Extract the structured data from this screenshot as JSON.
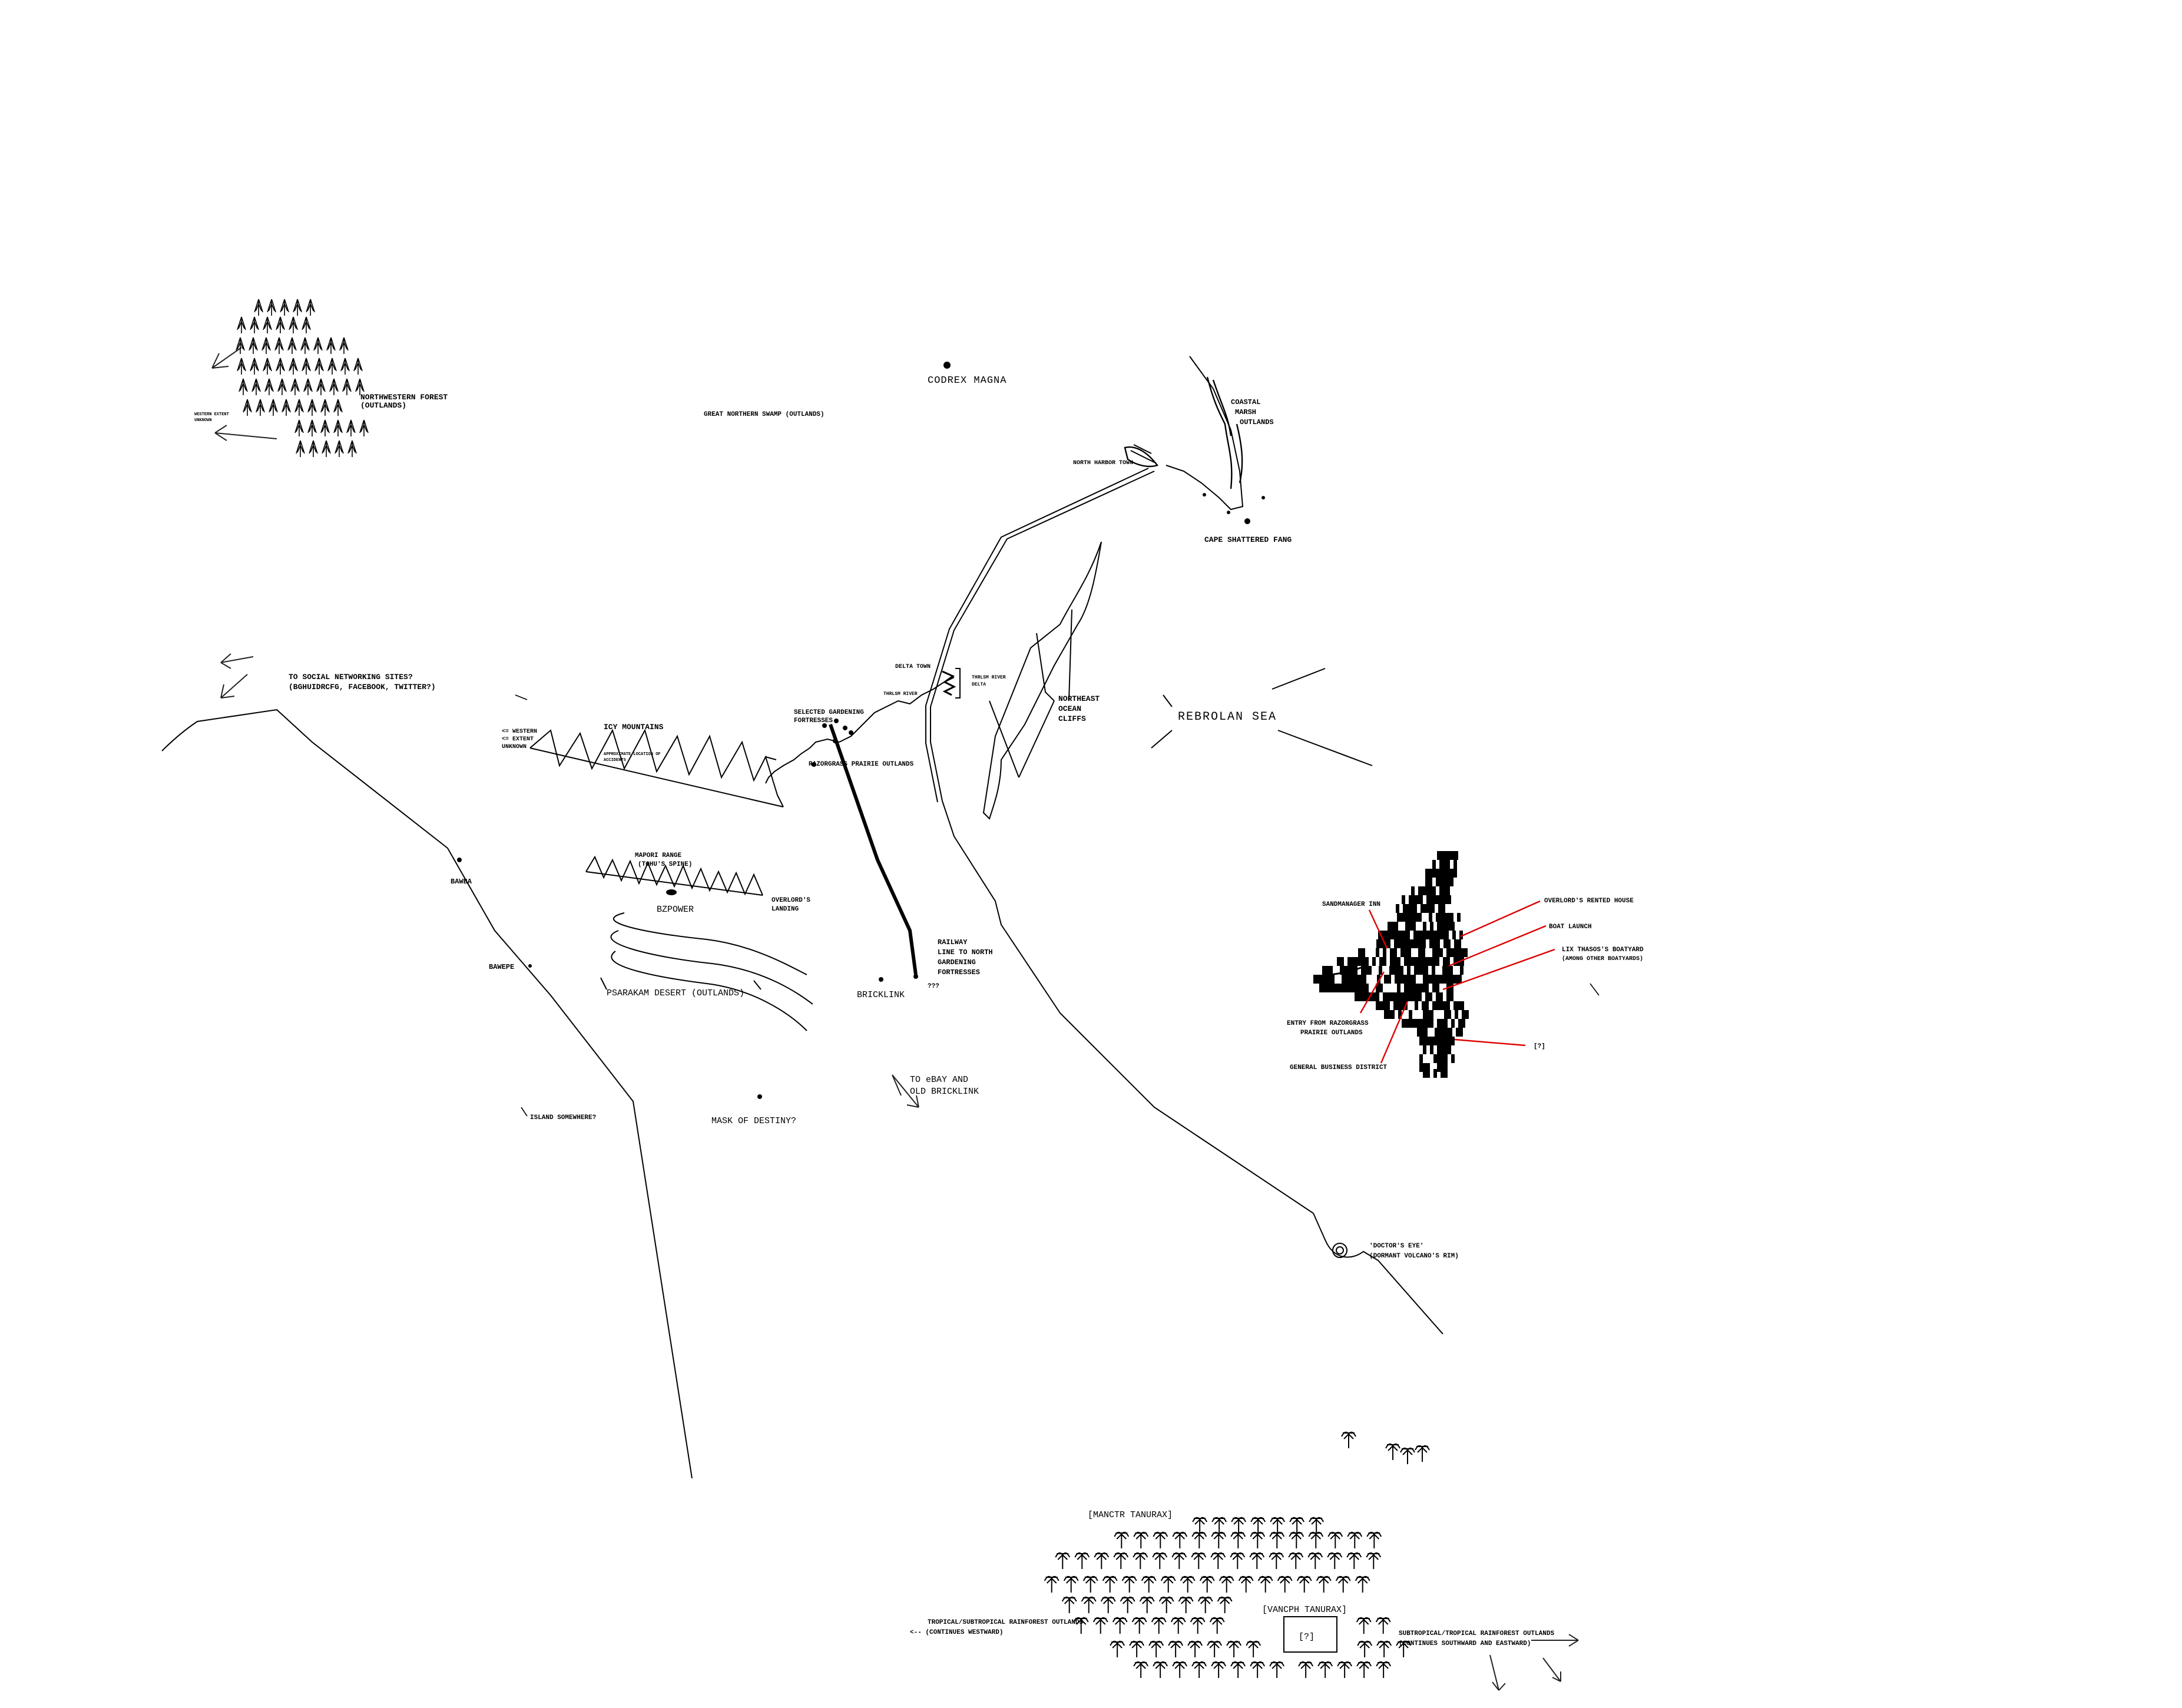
{
  "labels": {
    "codrex_magna": "CODREX MAGNA",
    "great_northern_swamp": "GREAT NORTHERN SWAMP (OUTLANDS)",
    "northwestern_forest_1": "NORTHWESTERN FOREST",
    "northwestern_forest_2": "(OUTLANDS)",
    "western_extent_1": "WESTERN EXTENT",
    "western_extent_2": "UNKNOWN",
    "coastal_marsh_1": "COASTAL",
    "coastal_marsh_2": "MARSH",
    "coastal_marsh_3": "OUTLANDS",
    "north_harbor_town": "NORTH HARBOR TOWN",
    "cape_shattered_fang": "CAPE SHATTERED FANG",
    "social_networking_1": "TO SOCIAL NETWORKING SITES?",
    "social_networking_2": "(BGHUIDRCFG, FACEBOOK, TWITTER?)",
    "delta_town": "DELTA TOWN",
    "thrlsm_river_delta_1": "THRLSM RIVER",
    "thrlsm_river_delta_2": "DELTA",
    "thrlsm_river": "THRLSM RIVER",
    "northeast_cliffs_1": "NORTHEAST",
    "northeast_cliffs_2": "OCEAN",
    "northeast_cliffs_3": "CLIFFS",
    "rebrolan_sea": "REBROLAN SEA",
    "gardening_fortresses_1": "SELECTED GARDENING",
    "gardening_fortresses_2": "FORTRESSES",
    "icy_mountains": "ICY MOUNTAINS",
    "icy_western_1": "<= WESTERN",
    "icy_western_2": "<= EXTENT",
    "icy_western_3": "UNKNOWN",
    "icy_approx_1": "APPROXIMATE LOCATION OF",
    "icy_approx_2": "ACCIDENTS",
    "razorgrass_prairie": "RAZORGRASS PRAIRIE OUTLANDS",
    "mapori_range_1": "MAPORI RANGE",
    "mapori_range_2": "(TOHU'S SPINE)",
    "bzpower": "BZPOWER",
    "overlords_landing_1": "OVERLORD'S",
    "overlords_landing_2": "LANDING",
    "bawba": "BAWBA",
    "bawepe": "BAWEPE",
    "psarakam_desert": "PSARAKAM DESERT (OUTLANDS)",
    "bricklink": "BRICKLINK",
    "railway_1": "RAILWAY",
    "railway_2": "LINE TO NORTH",
    "railway_3": "GARDENING",
    "railway_4": "FORTRESSES",
    "railway_end": "???",
    "ebay_1": "TO eBAY AND",
    "ebay_2": "OLD BRICKLINK",
    "island_somewhere": "ISLAND SOMEWHERE?",
    "mask_of_destiny": "MASK OF DESTINY?",
    "sandmanager_inn": "SANDMANAGER INN",
    "overlords_rented_house": "OVERLORD'S RENTED HOUSE",
    "boat_launch": "BOAT LAUNCH",
    "lix_thasos_1": "LIX THASOS'S BOATYARD",
    "lix_thasos_2": "(AMONG OTHER BOATYARDS)",
    "entry_razorgrass_1": "ENTRY FROM RAZORGRASS",
    "entry_razorgrass_2": "PRAIRIE OUTLANDS",
    "unknown_mark": "[?]",
    "general_business": "GENERAL BUSINESS DISTRICT",
    "doctors_eye_1": "'DOCTOR'S EYE'",
    "doctors_eye_2": "(DORMANT VOLCANO'S RIM)",
    "manctr_tanurax": "[MANCTR TANURAX]",
    "vancph_tanurax": "[VANCPH TANURAX]",
    "rainforest_unknown": "[?]",
    "tropical_west_1": "TROPICAL/SUBTROPICAL RAINFOREST OUTLANDS",
    "tropical_west_2": "<-- (CONTINUES WESTWARD)",
    "subtropical_east_1": "SUBTROPICAL/TROPICAL RAINFOREST OUTLANDS",
    "subtropical_east_2": "(CONTINUES SOUTHWARD AND EASTWARD)"
  },
  "colors": {
    "ink": "#000000",
    "callout": "#e00000",
    "background": "#ffffff"
  },
  "icons": {
    "forest": "conifer-tree-icon",
    "palm": "palm-tree-icon",
    "settlement": "dot-marker-icon",
    "mountain": "zigzag-mountain-icon"
  }
}
